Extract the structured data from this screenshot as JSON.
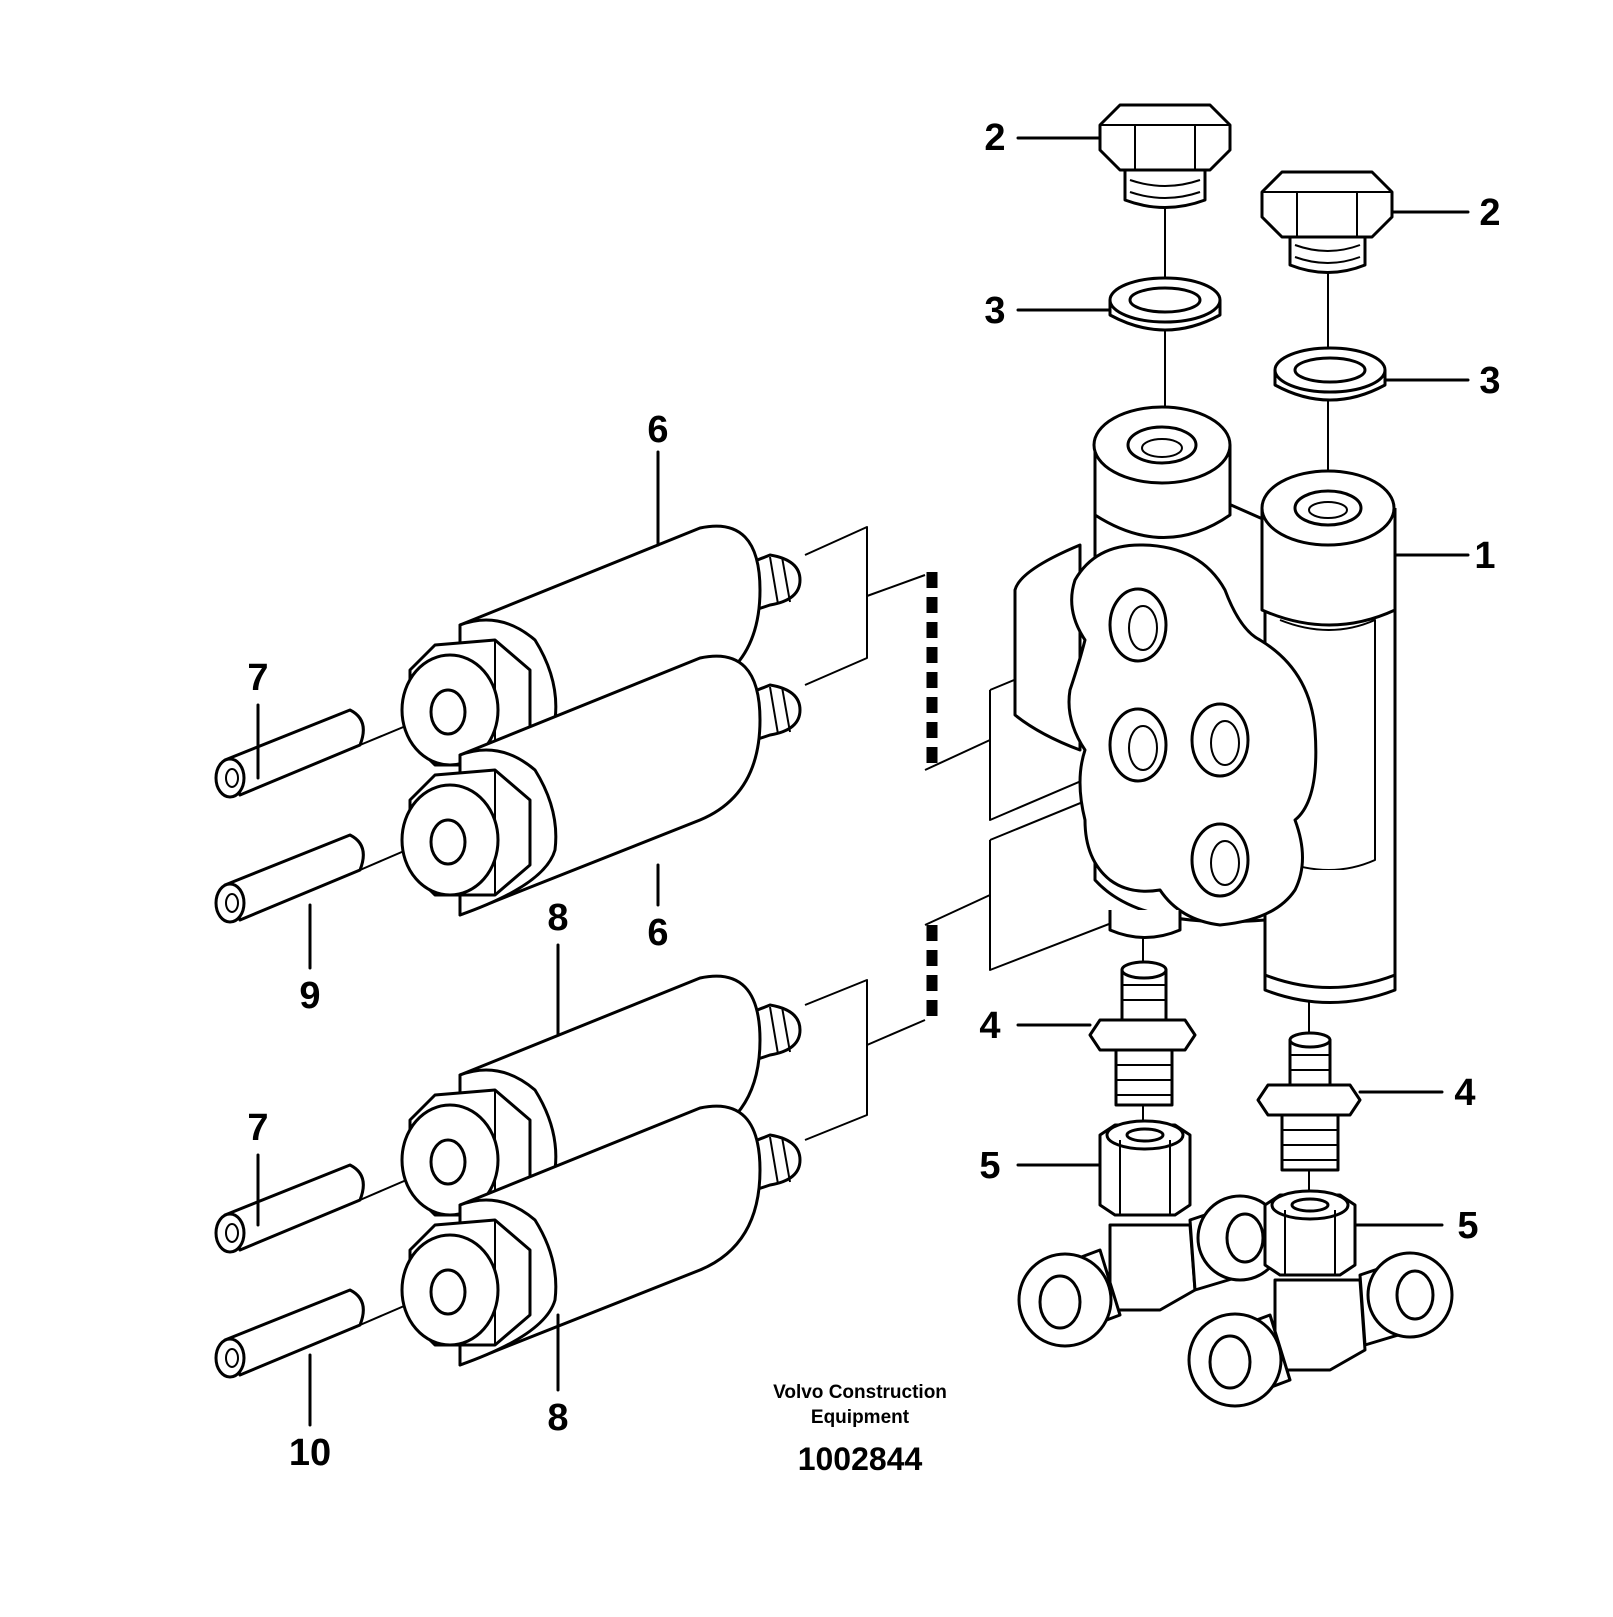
{
  "figure": {
    "credit_line1": "Volvo Construction",
    "credit_line2": "Equipment",
    "reference_number": "1002844"
  },
  "callouts": [
    {
      "id": "c1",
      "text": "1"
    },
    {
      "id": "c2a",
      "text": "2"
    },
    {
      "id": "c2b",
      "text": "2"
    },
    {
      "id": "c3a",
      "text": "3"
    },
    {
      "id": "c3b",
      "text": "3"
    },
    {
      "id": "c4a",
      "text": "4"
    },
    {
      "id": "c4b",
      "text": "4"
    },
    {
      "id": "c5a",
      "text": "5"
    },
    {
      "id": "c5b",
      "text": "5"
    },
    {
      "id": "c6a",
      "text": "6"
    },
    {
      "id": "c6b",
      "text": "6"
    },
    {
      "id": "c7a",
      "text": "7"
    },
    {
      "id": "c7b",
      "text": "7"
    },
    {
      "id": "c8a",
      "text": "8"
    },
    {
      "id": "c8b",
      "text": "8"
    },
    {
      "id": "c9",
      "text": "9"
    },
    {
      "id": "c10",
      "text": "10"
    }
  ]
}
